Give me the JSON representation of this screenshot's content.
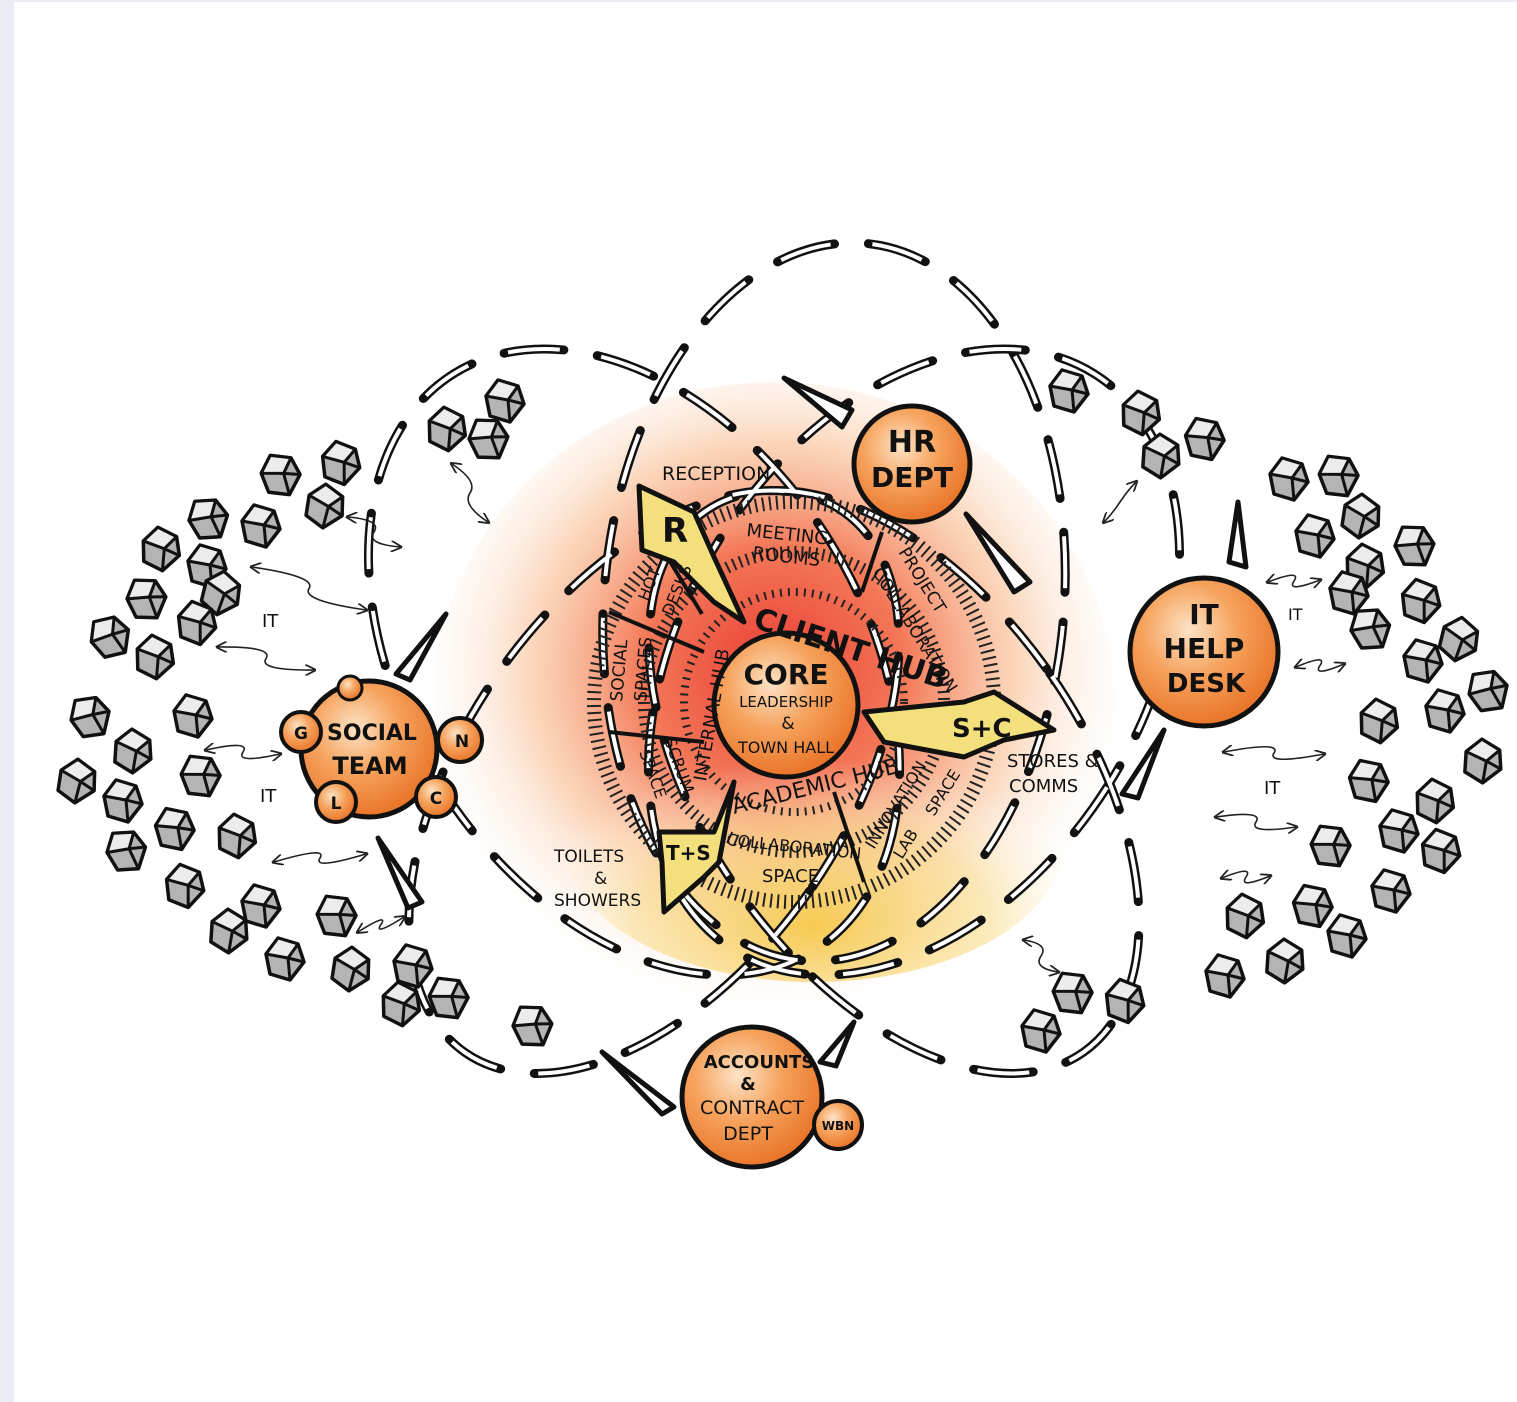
{
  "diagram": {
    "core": [
      "CORE",
      "LEADERSHIP",
      "&",
      "TOWN HALL"
    ],
    "zones": {
      "client_hub": "CLIENT HUB",
      "academic_hub": "ACADEMIC HUB",
      "internal_hub": "INTERNAL HUB",
      "meeting_rooms": [
        "MEETING",
        "ROOMS"
      ],
      "project_collaboration": [
        "PROJECT",
        "COLLABORATION"
      ],
      "hot_desks": [
        "HOT",
        "DESKS"
      ],
      "social_spaces": [
        "SOCIAL",
        "SPACES"
      ],
      "scrum_space": [
        "SCRUM",
        "SPACE"
      ],
      "collaboration_space": [
        "COLLABORATION",
        "SPACE"
      ],
      "innovation_lab": [
        "INNOVATION",
        "LAB",
        "SPACE"
      ]
    },
    "wings": {
      "reception": "R",
      "stores_comms": "S+C",
      "toilets_showers": "T+S"
    },
    "annotations": {
      "reception": "RECEPTION",
      "stores": [
        "STORES &",
        "COMMS"
      ],
      "toilets": [
        "TOILETS",
        "&",
        "SHOWERS"
      ]
    },
    "departments": {
      "hr": [
        "HR",
        "DEPT"
      ],
      "it_help": [
        "IT",
        "HELP",
        "DESK"
      ],
      "social": [
        "SOCIAL",
        "TEAM"
      ],
      "accounts": [
        "ACCOUNTS",
        "&",
        "CONTRACT",
        "DEPT"
      ]
    },
    "satellites": {
      "g": "G",
      "n": "N",
      "l": "L",
      "c": "C",
      "wbn": "WBN"
    },
    "it_label": "IT",
    "colors": {
      "orange": "#f0883a",
      "red_glow": "#e8312a",
      "yellow_wing": "#f3e07c",
      "block_grey": "#b4b4b4",
      "ink": "#111111"
    }
  }
}
